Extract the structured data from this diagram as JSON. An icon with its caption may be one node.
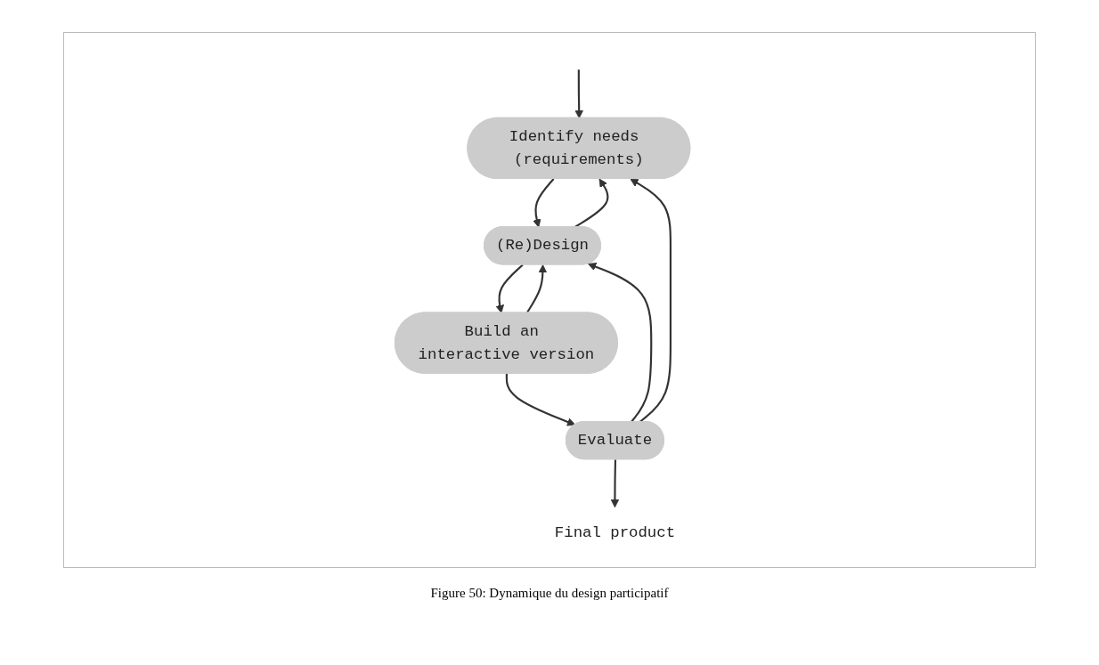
{
  "diagram": {
    "caption": "Figure 50: Dynamique du design participatif",
    "nodes": [
      {
        "text": [
          "Identify needs (requirements)"
        ]
      },
      {
        "text": [
          "(Re)Design"
        ]
      },
      {
        "text": [
          "Evaluate"
        ]
      },
      {
        "text": [
          "Build an interactive version"
        ]
      },
      {
        "text": [
          "Final product"
        ]
      }
    ],
    "edges": [
      {
        "from": null,
        "to": 0,
        "arrow": "to"
      },
      {
        "from": 0,
        "to": 1,
        "arrow": "to"
      },
      {
        "from": 1,
        "to": 0,
        "arrow": "to"
      },
      {
        "from": 2,
        "to": 0,
        "arrow": "to"
      },
      {
        "from": 2,
        "to": 1,
        "arrow": "to"
      },
      {
        "from": 1,
        "to": 3,
        "arrow": "to"
      },
      {
        "from": 3,
        "to": 1,
        "arrow": "to"
      },
      {
        "from": 3,
        "to": 2,
        "arrow": "to"
      },
      {
        "from": 2,
        "to": 4,
        "arrow": "to"
      }
    ]
  }
}
